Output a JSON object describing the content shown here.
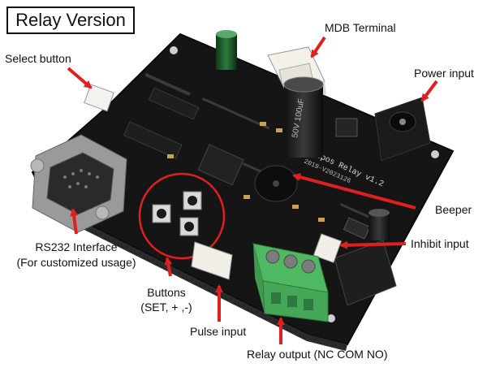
{
  "title": "Relay Version",
  "colors": {
    "arrow": "#e02020",
    "board": "#151515",
    "terminal": "#45b35a",
    "circle": "#e02020"
  },
  "labels": {
    "mdb_terminal": "MDB Terminal",
    "select_button": "Select button",
    "power_input": "Power input",
    "beeper": "Beeper",
    "inhibit_input": "Inhibit input",
    "rs232_line1": "RS232 Interface",
    "rs232_line2": "(For customized usage)",
    "buttons_line1": "Buttons",
    "buttons_line2": "(SET, + ,-)",
    "pulse_input": "Pulse input",
    "relay_output": "Relay output (NC COM NO)"
  },
  "board_silkscreen": {
    "line1": "Letpos Relay v1.2",
    "line2": "2019-V2023126",
    "cap_text": "50V 100uF"
  }
}
